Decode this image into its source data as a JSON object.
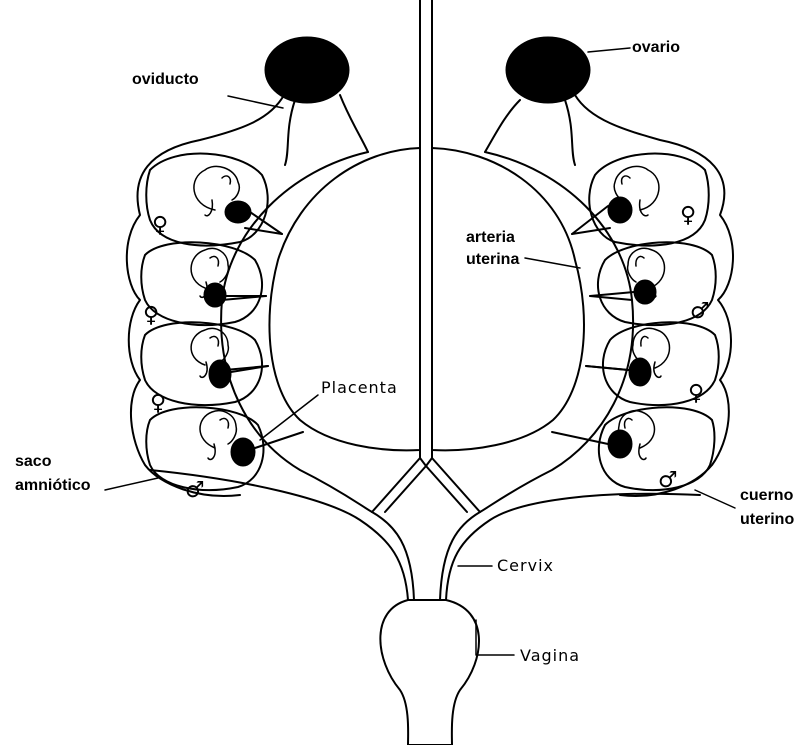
{
  "labels": {
    "oviducto": "oviducto",
    "ovario": "ovario",
    "arteria_line1": "arteria",
    "arteria_line2": "uterina",
    "placenta": "Placenta",
    "saco_line1": "saco",
    "saco_line2": "amniótico",
    "cuerno_line1": "cuerno",
    "cuerno_line2": "uterino",
    "cervix": "Cervix",
    "vagina": "Vagina"
  },
  "fetus_sex": {
    "left": [
      "♀",
      "♀",
      "♀",
      "♂"
    ],
    "right": [
      "♀",
      "♂",
      "♀",
      "♂"
    ]
  },
  "colors": {
    "ink": "#000000",
    "background": "#ffffff"
  }
}
